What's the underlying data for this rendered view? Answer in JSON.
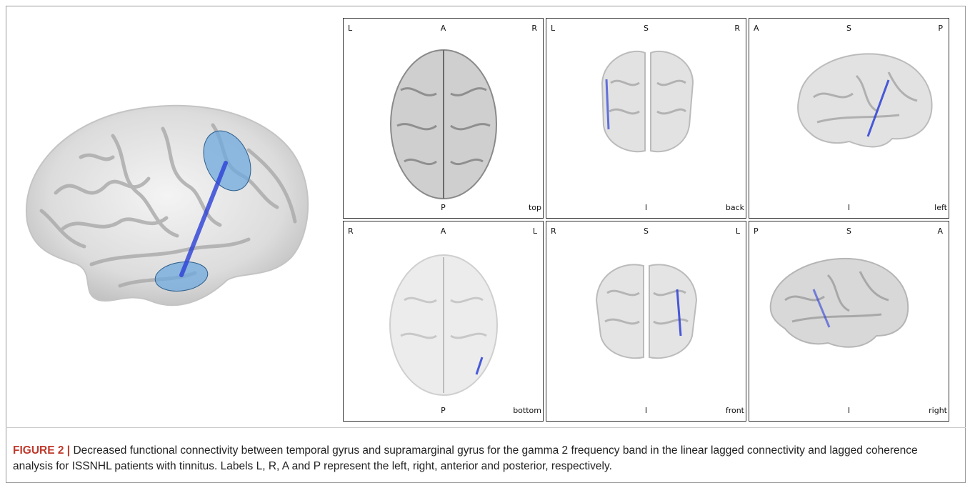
{
  "figure": {
    "label": "FIGURE 2 |",
    "caption": " Decreased functional connectivity between temporal gyrus and supramarginal gyrus for the gamma 2 frequency band in the linear lagged connectivity and lagged coherence analysis for ISSNHL patients with tinnitus. Labels L, R, A and P represent the left, right, anterior and posterior, respectively."
  },
  "panels": [
    {
      "top_left": "L",
      "top_center": "A",
      "top_right": "R",
      "bottom_center": "P",
      "bottom_right": "top"
    },
    {
      "top_left": "L",
      "top_center": "S",
      "top_right": "R",
      "bottom_center": "I",
      "bottom_right": "back"
    },
    {
      "top_left": "A",
      "top_center": "S",
      "top_right": "P",
      "bottom_center": "I",
      "bottom_right": "left"
    },
    {
      "top_left": "R",
      "top_center": "A",
      "top_right": "L",
      "bottom_center": "P",
      "bottom_right": "bottom"
    },
    {
      "top_left": "R",
      "top_center": "S",
      "top_right": "L",
      "bottom_center": "I",
      "bottom_right": "front"
    },
    {
      "top_left": "P",
      "top_center": "S",
      "top_right": "A",
      "bottom_center": "I",
      "bottom_right": "right"
    }
  ],
  "colors": {
    "connection": "#2b3fd6",
    "roi_fill": "#6fa8dc",
    "caption_label": "#c0392b"
  }
}
